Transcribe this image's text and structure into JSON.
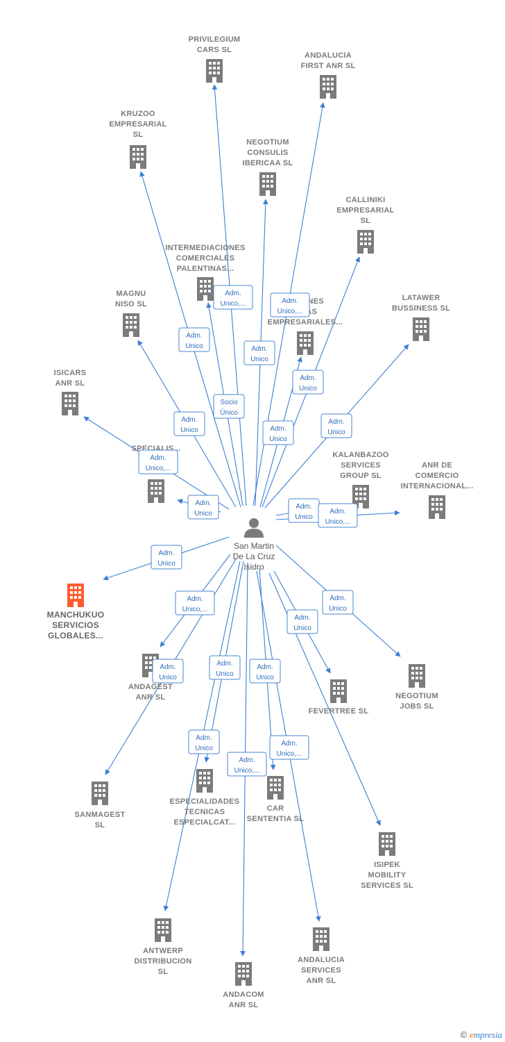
{
  "colors": {
    "edge": "#3a7fd5",
    "building": "#7b7b7b",
    "highlight": "#ff5b2e",
    "person": "#7b7b7b"
  },
  "center": {
    "label": [
      "San Martin",
      "De La Cruz",
      "Isidro"
    ],
    "icon": "person-icon"
  },
  "nodes": [
    {
      "label": [
        "PRIVILEGIUM",
        "CARS  SL"
      ]
    },
    {
      "label": [
        "ANDALUCIA",
        "FIRST ANR  SL"
      ]
    },
    {
      "label": [
        "KRUZOO",
        "EMPRESARIAL",
        "SL"
      ]
    },
    {
      "label": [
        "NEGOTIUM",
        "CONSULIS",
        "IBERICAA  SL"
      ]
    },
    {
      "label": [
        "CALLINIKI",
        "EMPRESARIAL",
        "SL"
      ]
    },
    {
      "label": [
        "INTERMEDIACIONES",
        "COMERCIALES",
        "PALENTINAS..."
      ]
    },
    {
      "label": [
        "...CIONES",
        "...CAS",
        "EMPRESARIALES..."
      ]
    },
    {
      "label": [
        "MAGNU",
        "NISO  SL"
      ]
    },
    {
      "label": [
        "LATAWER",
        "BUSSINESS  SL"
      ]
    },
    {
      "label": [
        "ISICARS",
        "ANR  SL"
      ]
    },
    {
      "label": [
        "SPECIALIS...",
        "O..."
      ]
    },
    {
      "label": [
        "KALANBAZOO",
        "SERVICES",
        "GROUP  SL"
      ]
    },
    {
      "label": [
        "ANR DE",
        "COMERCIO",
        "INTERNACIONAL..."
      ]
    },
    {
      "label": [
        "MANCHUKUO",
        "SERVICIOS",
        "GLOBALES..."
      ],
      "highlight": true
    },
    {
      "label": [
        "ANDAGEST",
        "ANR  SL"
      ]
    },
    {
      "label": [
        "FEVERTREE SL"
      ]
    },
    {
      "label": [
        "NEGOTIUM",
        "JOBS  SL"
      ]
    },
    {
      "label": [
        "SANMAGEST",
        "SL"
      ]
    },
    {
      "label": [
        "ESPECIALIDADES",
        "TECNICAS",
        "ESPECIALCAT..."
      ]
    },
    {
      "label": [
        "CAR",
        "SENTENTIA  SL"
      ]
    },
    {
      "label": [
        "ISIPEK",
        "MOBILITY",
        "SERVICES  SL"
      ]
    },
    {
      "label": [
        "ANTWERP",
        "DISTRIBUCION",
        "SL"
      ]
    },
    {
      "label": [
        "ANDALUCIA",
        "SERVICES",
        "ANR  SL"
      ]
    },
    {
      "label": [
        "ANDACOM",
        "ANR  SL"
      ]
    }
  ],
  "relations": [
    [
      "Adm.",
      "Unico,..."
    ],
    [
      "Adm.",
      "Unico,..."
    ],
    [
      "Adm.",
      "Unico"
    ],
    [
      "Adm.",
      "Unico"
    ],
    [
      "Adm.",
      "Unico"
    ],
    [
      "Socio",
      "Único"
    ],
    [
      "Adm.",
      "Unico"
    ],
    [
      "Adm.",
      "Unico"
    ],
    [
      "Adm.",
      "Unico"
    ],
    [
      "Adm.",
      "Unico,..."
    ],
    [
      "Adm.",
      "Unico"
    ],
    [
      "Adm.",
      "Unico"
    ],
    [
      "Adm.",
      "Unico,..."
    ],
    [
      "Adm.",
      "Unico"
    ],
    [
      "Adm.",
      "Unico,..."
    ],
    [
      "Adm.",
      "Unico"
    ],
    [
      "Adm.",
      "Unico"
    ],
    [
      "Adm.",
      "Unico"
    ],
    [
      "Adm.",
      "Unico"
    ],
    [
      "Adm.",
      "Unico"
    ],
    [
      "Adm.",
      "Unico"
    ],
    [
      "Adm.",
      "Unico,..."
    ],
    [
      "Adm.",
      "Unico,..."
    ]
  ],
  "footer": {
    "copyright": "©",
    "brand_initial": "e",
    "brand_rest": "mpresia"
  }
}
